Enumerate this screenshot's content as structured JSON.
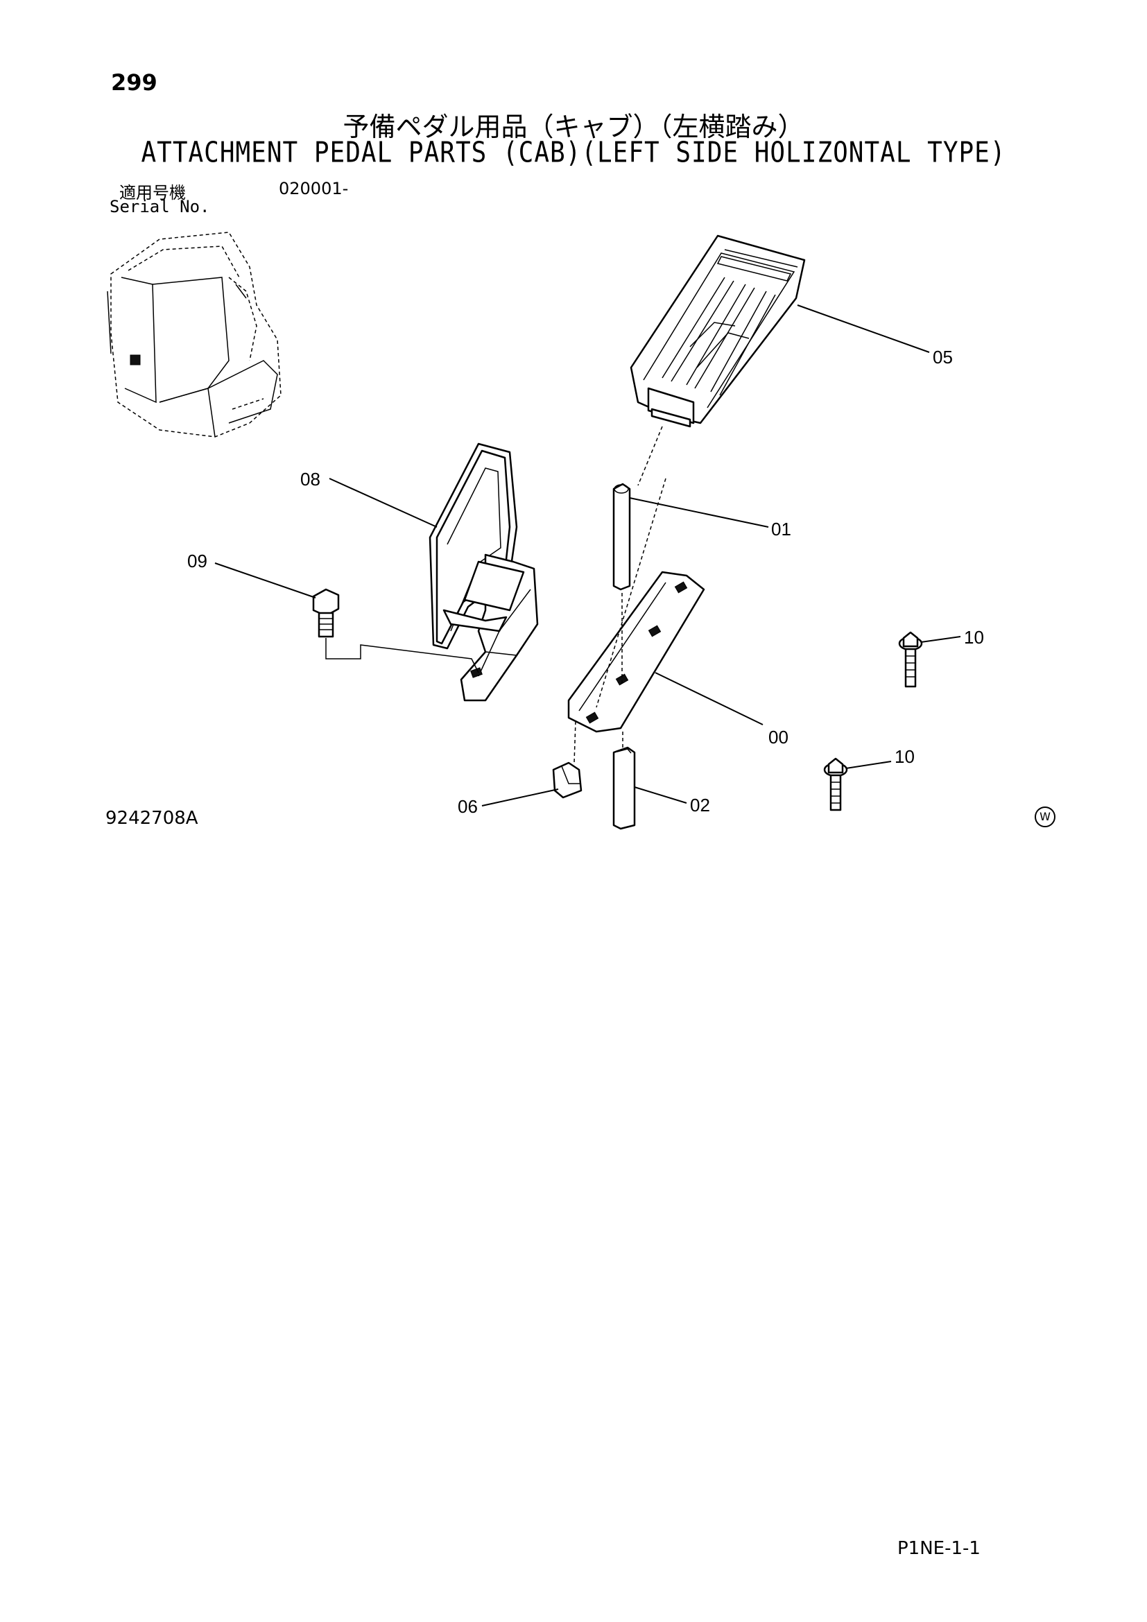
{
  "page": {
    "number": "299",
    "title_jp": "予備ペダル用品（キャブ）（左横踏み）",
    "title_en": "ATTACHMENT PEDAL PARTS (CAB)(LEFT SIDE HOLIZONTAL TYPE)",
    "serial_label_jp": "適用号機",
    "serial_number": "020001-",
    "serial_label_en": "Serial No.",
    "drawing_number": "9242708A",
    "mark": "W",
    "page_code": "P1NE-1-1"
  },
  "callouts": [
    "05",
    "08",
    "01",
    "09",
    "10",
    "00",
    "10",
    "06",
    "02"
  ]
}
